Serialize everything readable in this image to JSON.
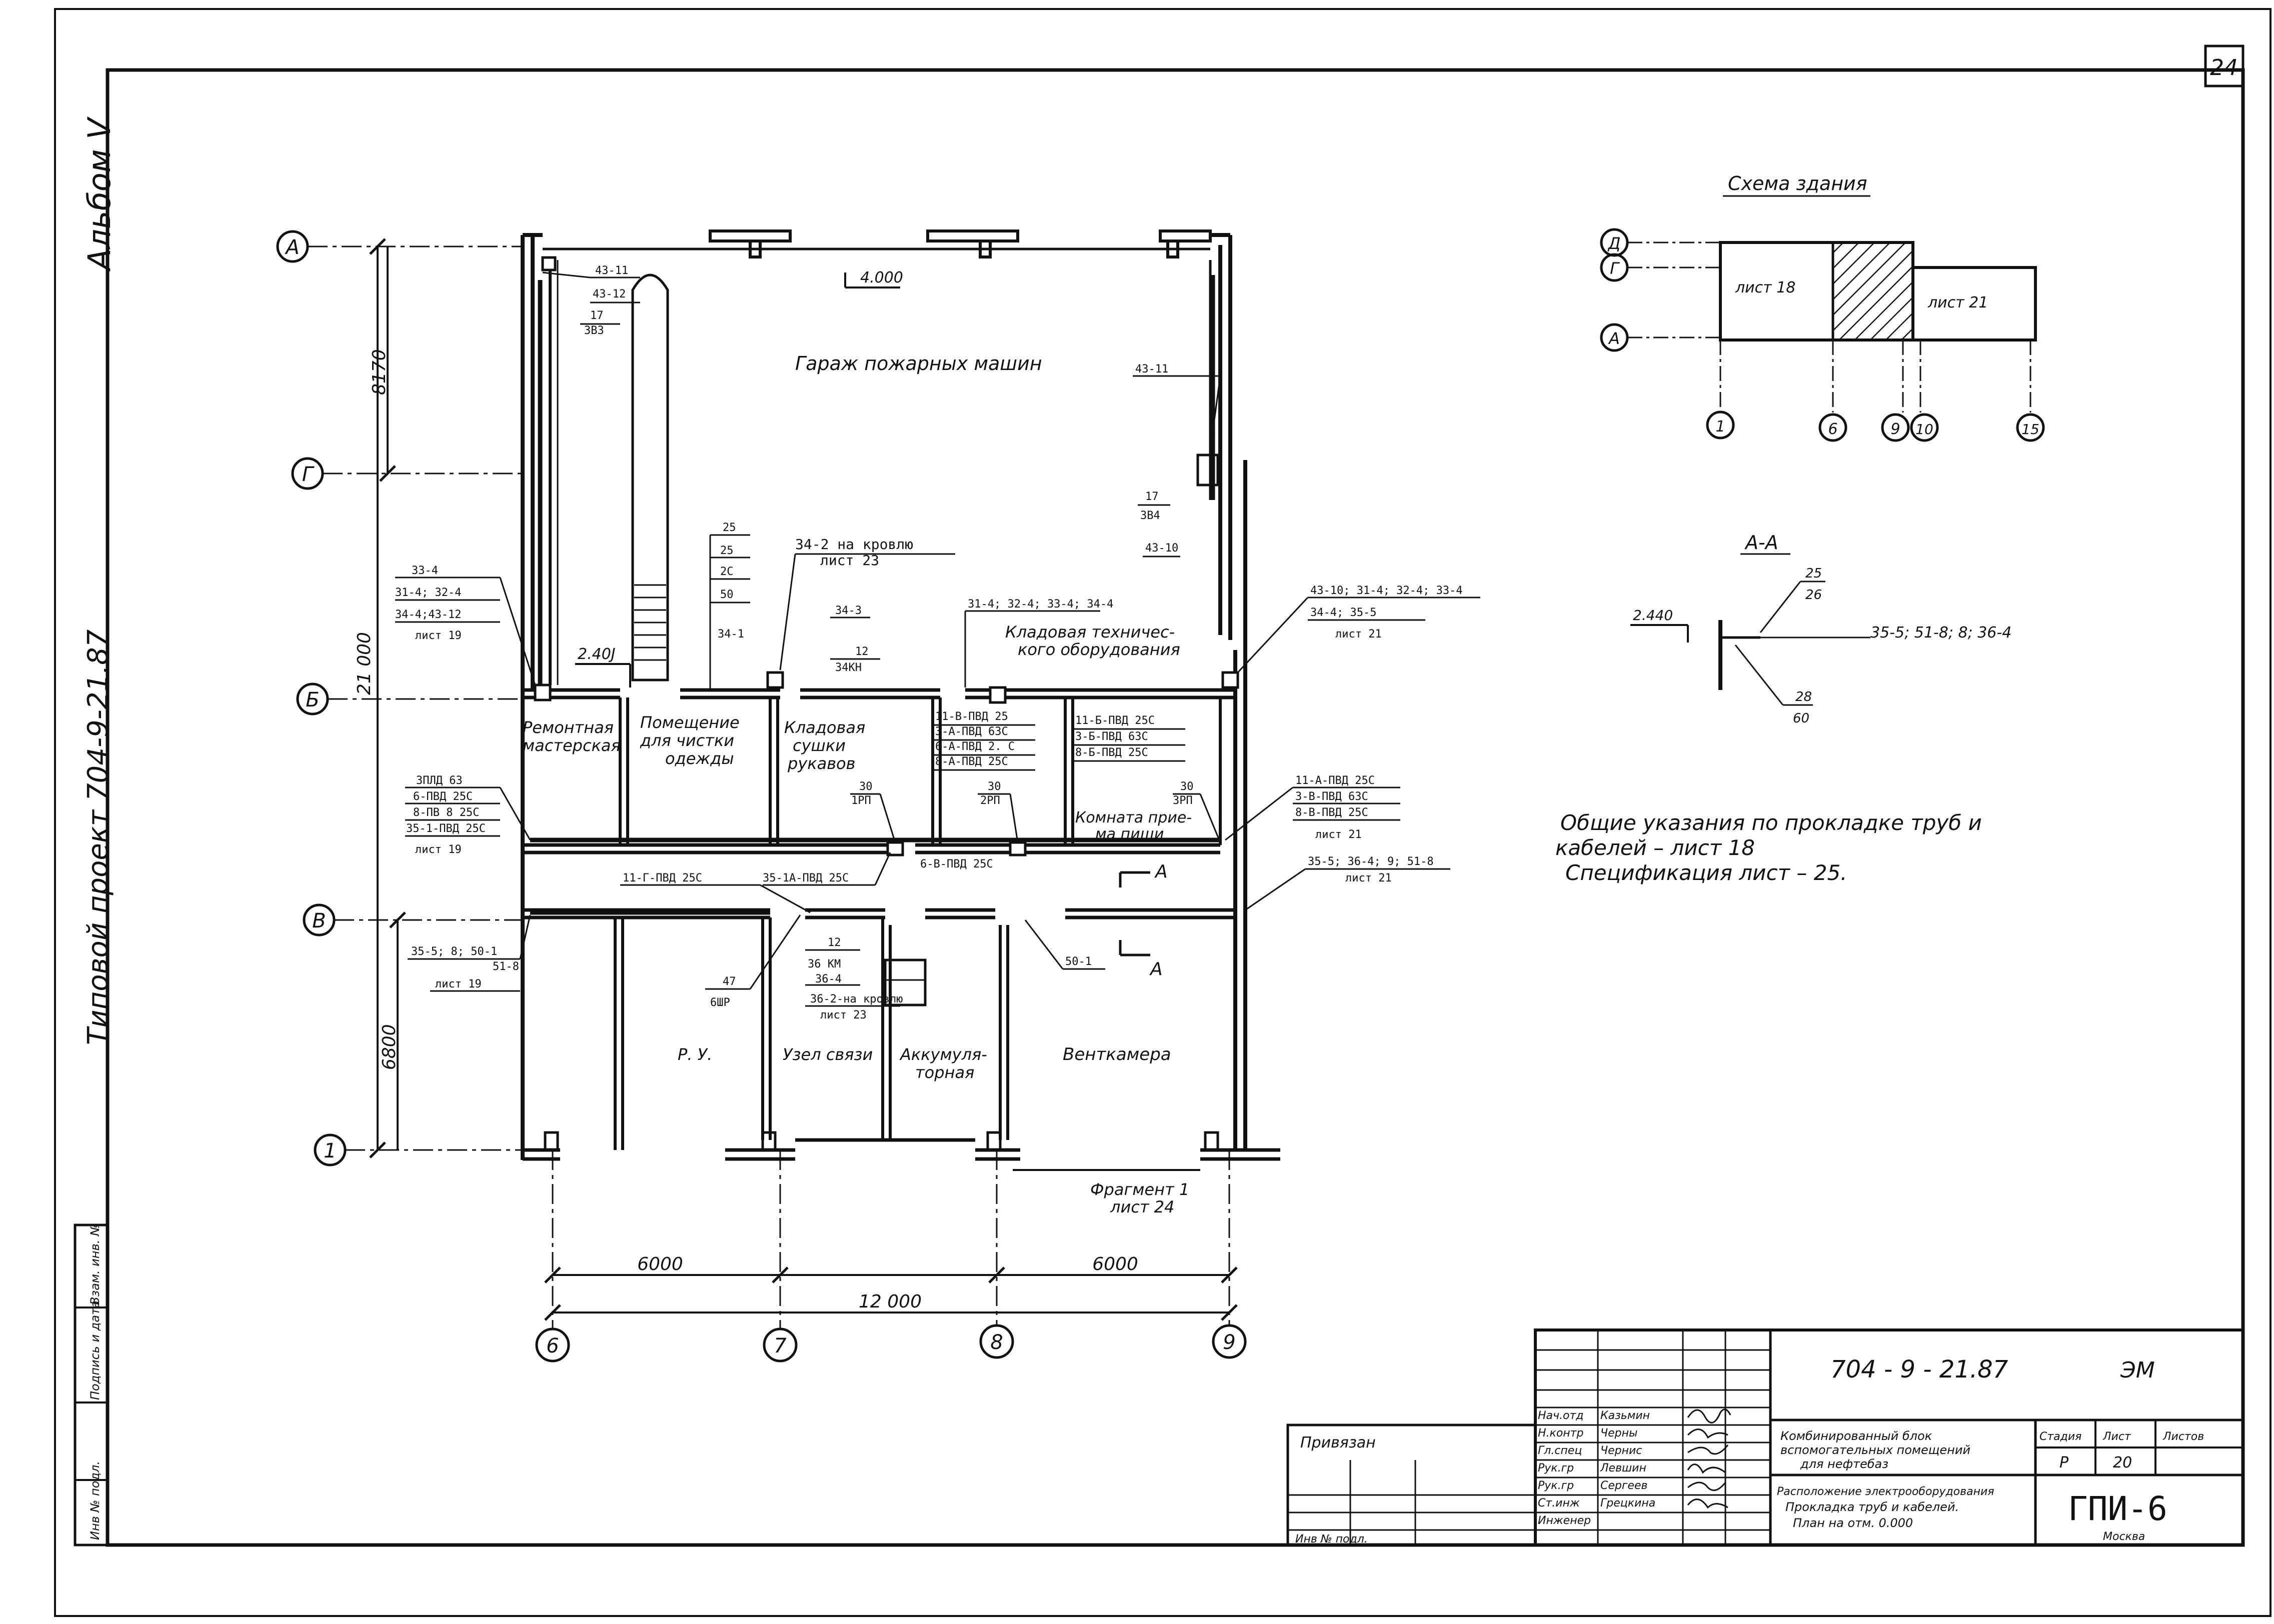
{
  "page_number": "24",
  "album": "Альбом V",
  "project_side": "Типовой    проект    704-9-21.87",
  "stamp": {
    "inv": "Инв № подл.",
    "sign_date": "Подпись и дата",
    "replace_inv": "Взам. инв. №"
  },
  "axes": {
    "A": "А",
    "G": "Г",
    "B": "Б",
    "V": "В",
    "N": "1",
    "c6": "6",
    "c7": "7",
    "c8": "8",
    "c9": "9"
  },
  "dims": {
    "d8170": "8170",
    "d21000": "21 000",
    "d6800": "6800",
    "d6000a": "6000",
    "d6000b": "6000",
    "d12000": "12 000",
    "lvl4000": "4.000",
    "lvl2400": "2.40J"
  },
  "rooms": {
    "garage": "Гараж   пожарных     машин",
    "repair_1": "Ремонтная",
    "repair_2": "мастерская",
    "cleaning_1": "Помещение",
    "cleaning_2": "для  чистки",
    "cleaning_3": "одежды",
    "drying_1": "Кладовая",
    "drying_2": "сушки",
    "drying_3": "рукавов",
    "storage_1": "Кладовая  техничес-",
    "storage_2": "кого  оборудования",
    "meal_1": "Комната  прие-",
    "meal_2": "ма  пищи",
    "ru": "Р. У.",
    "comm": "Узел  связи",
    "accum_1": "Аккумуля-",
    "accum_2": "торная",
    "vent": "Венткамера",
    "fragment_1": "Фрагмент 1",
    "fragment_2": "лист 24"
  },
  "labels": {
    "l4311a": "43-11",
    "l4312": "43-12",
    "l17a": "17",
    "l3b3": "ЗВЗ",
    "l4311b": "43-11",
    "l17b": "17",
    "l3b4": "ЗВ4",
    "l4310": "43-10",
    "l25a": "25",
    "l25b": "25",
    "l2c": "2С",
    "l50": "50",
    "l342roof": "34-2  на  кровлю",
    "l342sheet": "лист 23",
    "l334": "33-4",
    "l314": "31-4;  32-4",
    "l344": "34-4;43-12",
    "lsheet19a": "лист 19",
    "l341": "34-1",
    "l343": "34-3",
    "l12a": "12",
    "l34kn": "34КН",
    "l3141": "31-4; 32-4; 33-4; 34-4",
    "l4310b": "43-10; 31-4; 32-4; 33-4",
    "l3464": "34-4; 35-5",
    "lsheet21a": "лист 21",
    "r1a": "11-В-ПВД 25",
    "r1b": "3-А-ПВД 63С",
    "r1c": "6-А-ПВД 2. С",
    "r1d": "8-А-ПВД 25С",
    "r2a": "11-Б-ПВД 25С",
    "r2b": "3-Б-ПВД 63С",
    "r2c": "8-Б-ПВД 25С",
    "l30a": "30",
    "l1rp": "1РП",
    "l30b": "30",
    "l2rp": "2РП",
    "l30c": "30",
    "l3rp": "3РП",
    "left1": "3ПЛД 63",
    "left2": "6-ПВД 25С",
    "left3": "8-ПВ 8 25С",
    "left4": "35-1-ПВД 25С",
    "lsheet19b": "лист 19",
    "right1": "11-А-ПВД 25С",
    "right2": "3-В-ПВД 63С",
    "right3": "8-В-ПВД 25С",
    "lsheet21b": "лист 21",
    "c11g": "11-Г-ПВД 25С",
    "c351a": "35-1А-ПВД 25С",
    "c6b": "6-В-ПВД 25С",
    "r355": "35-5; 36-4; 9; 51-8",
    "lsheet21c": "лист 21",
    "l3550": "35-5; 8; 50-1",
    "l518": "51-8",
    "lsheet19c": "лист 19",
    "l501": "50-1",
    "l47": "47",
    "l6shr": "6ШР",
    "l12b": "12",
    "l36km": "36 КМ",
    "l364": "36-4",
    "l362roof": "36-2-на кровлю",
    "lsheet23b": "лист 23",
    "sectA1": "А",
    "sectA2": "А"
  },
  "scheme": {
    "title": "Схема здания",
    "sheet18": "лист 18",
    "sheet21": "лист 21",
    "ax_d": "Д",
    "ax_g": "Г",
    "ax_a": "А",
    "c1": "1",
    "c6": "6",
    "c9": "9",
    "c10": "10",
    "c15": "15"
  },
  "section": {
    "title": "А-А",
    "lvl": "2.440",
    "n25": "25",
    "n26": "26",
    "run": "35-5; 51-8; 8; 36-4",
    "n28": "28",
    "n60": "60"
  },
  "notes": {
    "line1": "Общие  указания  по  прокладке  труб  и",
    "line2": "кабелей  –  лист  18",
    "line3": "Спецификация     лист – 25."
  },
  "title_block": {
    "code": "704 - 9 - 21.87",
    "mark": "ЭМ",
    "bound": "Привязан",
    "inv_no": "Инв № подл.",
    "roles": [
      "Нач.отд",
      "Н.контр",
      "Гл.спец",
      "Рук.гр",
      "Рук.гр",
      "Ст.инж",
      "Инженер"
    ],
    "names": [
      "Казьмин",
      "Черны",
      "Чернис",
      "Левшин",
      "Сергеев",
      "Грецкина",
      ""
    ],
    "desc1": "Комбинированный блок",
    "desc2": "вспомогательных помещений",
    "desc3": "для нефтебаз",
    "sheet_desc1": "Расположение электрооборудования",
    "sheet_desc2": "Прокладка труб и кабелей.",
    "sheet_desc3": "План на отм. 0.000",
    "stage_h": "Стадия",
    "sheet_h": "Лист",
    "sheets_h": "Листов",
    "stage": "Р",
    "sheet": "20",
    "org": "ГПИ-6",
    "city": "Москва"
  }
}
